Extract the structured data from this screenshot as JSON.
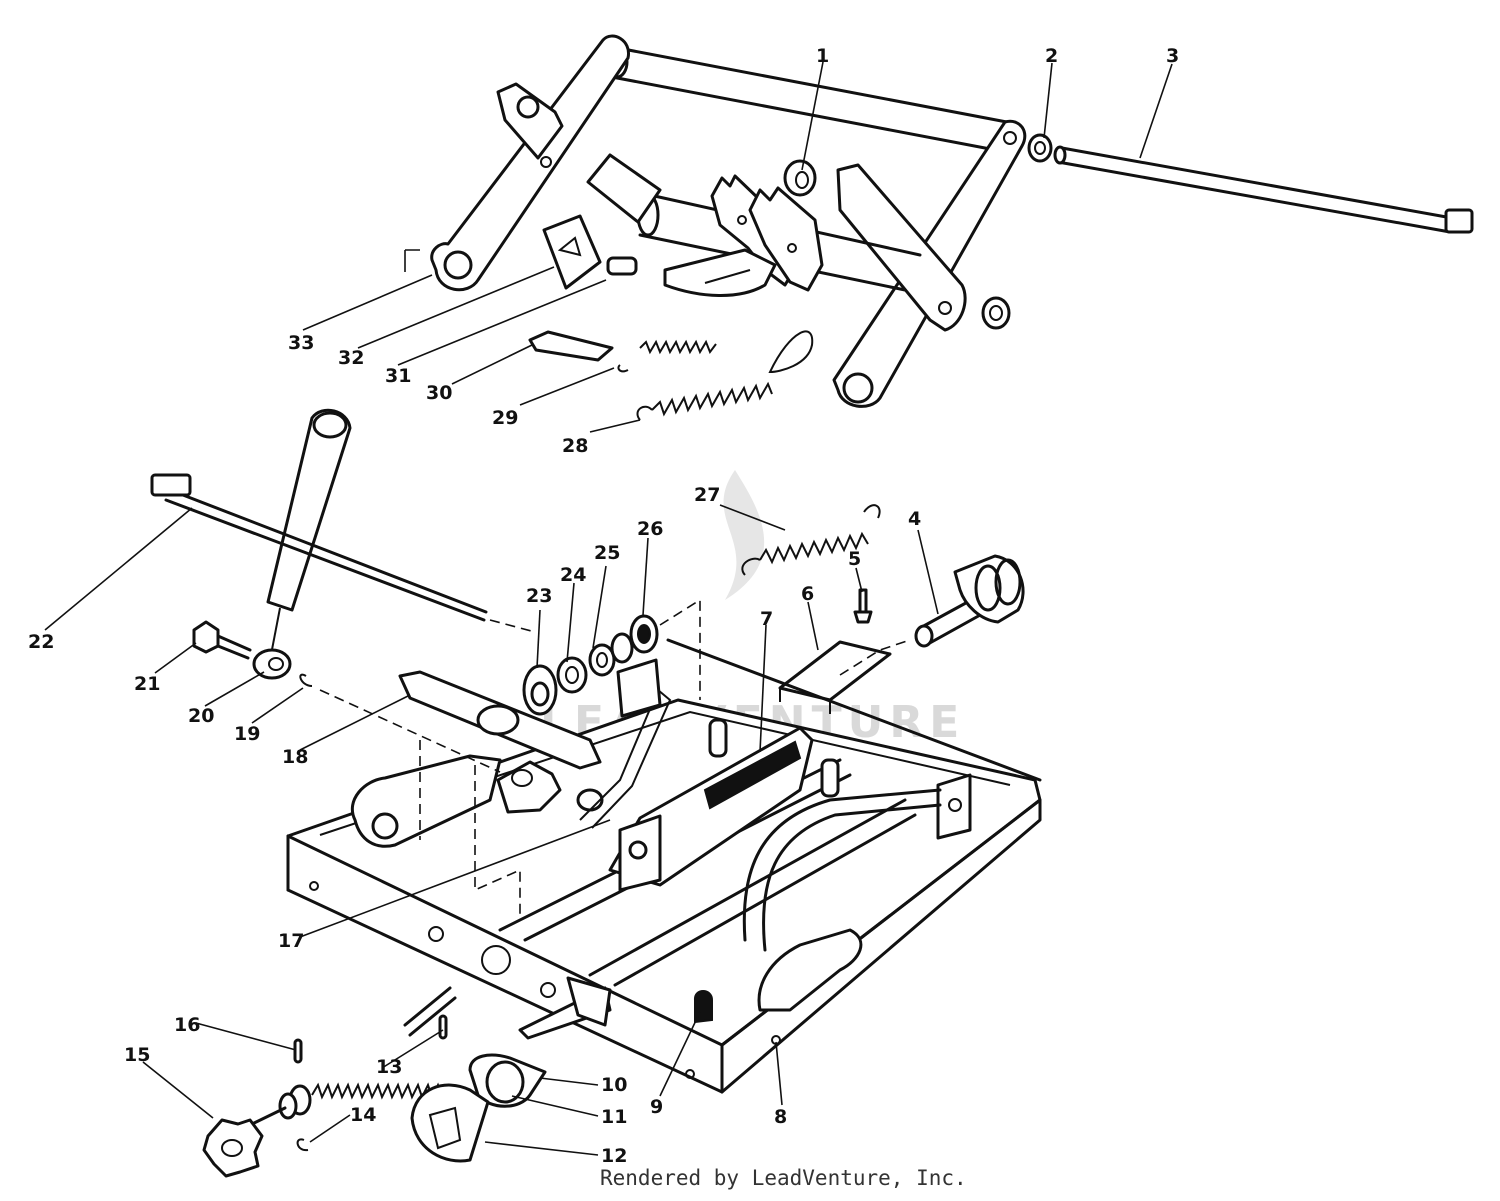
{
  "callouts": [
    {
      "num": "1"
    },
    {
      "num": "2"
    },
    {
      "num": "3"
    },
    {
      "num": "4"
    },
    {
      "num": "5"
    },
    {
      "num": "6"
    },
    {
      "num": "7"
    },
    {
      "num": "8"
    },
    {
      "num": "9"
    },
    {
      "num": "10"
    },
    {
      "num": "11"
    },
    {
      "num": "12"
    },
    {
      "num": "13"
    },
    {
      "num": "14"
    },
    {
      "num": "15"
    },
    {
      "num": "16"
    },
    {
      "num": "17"
    },
    {
      "num": "18"
    },
    {
      "num": "19"
    },
    {
      "num": "20"
    },
    {
      "num": "21"
    },
    {
      "num": "22"
    },
    {
      "num": "23"
    },
    {
      "num": "24"
    },
    {
      "num": "25"
    },
    {
      "num": "26"
    },
    {
      "num": "27"
    },
    {
      "num": "28"
    },
    {
      "num": "29"
    },
    {
      "num": "30"
    },
    {
      "num": "31"
    },
    {
      "num": "32"
    },
    {
      "num": "33"
    }
  ],
  "watermark": "LEADVENTURE",
  "footer": "Rendered by LeadVenture, Inc."
}
